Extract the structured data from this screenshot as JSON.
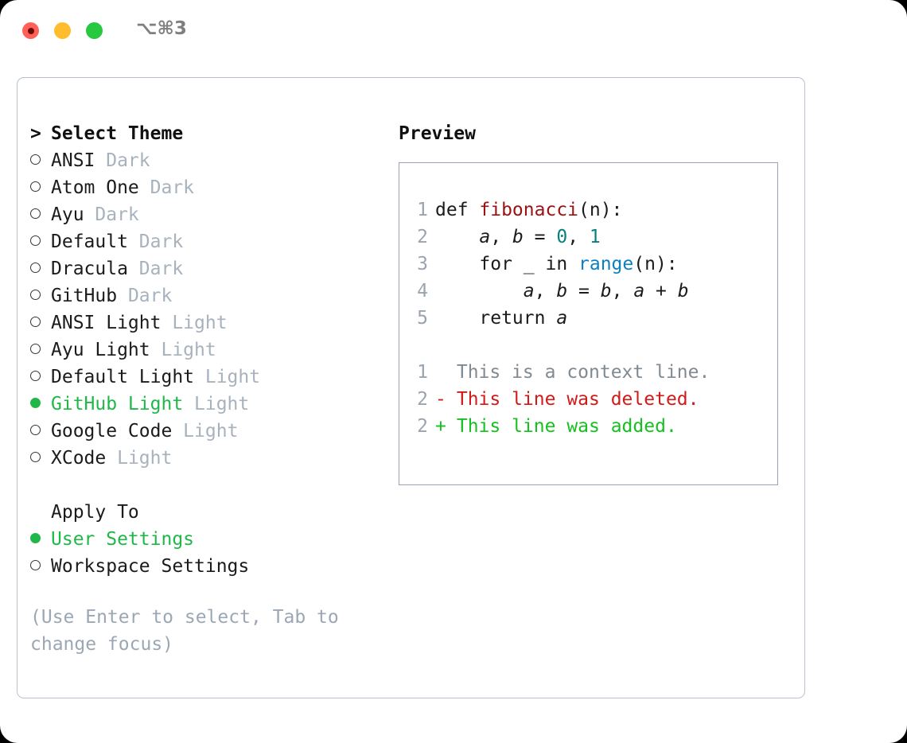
{
  "titlebar": {
    "shortcut": "⌥⌘3",
    "buttons": [
      {
        "name": "close",
        "color": "#ff6159"
      },
      {
        "name": "minimize",
        "color": "#ffbd2e"
      },
      {
        "name": "maximize",
        "color": "#28c840"
      }
    ]
  },
  "theme_picker": {
    "header_marker": ">",
    "header": "Select Theme",
    "items": [
      {
        "marker": "○",
        "label": "ANSI",
        "tag": "Dark",
        "selected": false
      },
      {
        "marker": "○",
        "label": "Atom One",
        "tag": "Dark",
        "selected": false
      },
      {
        "marker": "○",
        "label": "Ayu",
        "tag": "Dark",
        "selected": false
      },
      {
        "marker": "○",
        "label": "Default",
        "tag": "Dark",
        "selected": false
      },
      {
        "marker": "○",
        "label": "Dracula",
        "tag": "Dark",
        "selected": false
      },
      {
        "marker": "○",
        "label": "GitHub",
        "tag": "Dark",
        "selected": false
      },
      {
        "marker": "○",
        "label": "ANSI Light",
        "tag": "Light",
        "selected": false
      },
      {
        "marker": "○",
        "label": "Ayu Light",
        "tag": "Light",
        "selected": false
      },
      {
        "marker": "○",
        "label": "Default Light",
        "tag": "Light",
        "selected": false
      },
      {
        "marker": "●",
        "label": "GitHub Light",
        "tag": "Light",
        "selected": true
      },
      {
        "marker": "○",
        "label": "Google Code",
        "tag": "Light",
        "selected": false
      },
      {
        "marker": "○",
        "label": "XCode",
        "tag": "Light",
        "selected": false
      }
    ]
  },
  "apply_to": {
    "header": "Apply To",
    "items": [
      {
        "marker": "●",
        "label": "User Settings",
        "selected": true
      },
      {
        "marker": "○",
        "label": "Workspace Settings",
        "selected": false
      }
    ]
  },
  "hint": "(Use Enter to select, Tab to change focus)",
  "preview": {
    "title": "Preview",
    "code_lines": [
      {
        "number": "1",
        "tokens": [
          {
            "t": "def ",
            "c": "kw"
          },
          {
            "t": "fibonacci",
            "c": "fn"
          },
          {
            "t": "(n):",
            "c": "punct"
          }
        ]
      },
      {
        "number": "2",
        "tokens": [
          {
            "t": "    ",
            "c": "punct"
          },
          {
            "t": "a",
            "c": "var"
          },
          {
            "t": ", ",
            "c": "punct"
          },
          {
            "t": "b",
            "c": "var"
          },
          {
            "t": " = ",
            "c": "punct"
          },
          {
            "t": "0",
            "c": "num"
          },
          {
            "t": ", ",
            "c": "punct"
          },
          {
            "t": "1",
            "c": "num"
          }
        ]
      },
      {
        "number": "3",
        "tokens": [
          {
            "t": "    for _ in ",
            "c": "kw"
          },
          {
            "t": "range",
            "c": "bi"
          },
          {
            "t": "(n):",
            "c": "punct"
          }
        ]
      },
      {
        "number": "4",
        "tokens": [
          {
            "t": "        ",
            "c": "punct"
          },
          {
            "t": "a",
            "c": "var"
          },
          {
            "t": ", ",
            "c": "punct"
          },
          {
            "t": "b",
            "c": "var"
          },
          {
            "t": " = ",
            "c": "punct"
          },
          {
            "t": "b",
            "c": "var"
          },
          {
            "t": ", ",
            "c": "punct"
          },
          {
            "t": "a",
            "c": "var"
          },
          {
            "t": " + ",
            "c": "punct"
          },
          {
            "t": "b",
            "c": "var"
          }
        ]
      },
      {
        "number": "5",
        "tokens": [
          {
            "t": "    return ",
            "c": "kw"
          },
          {
            "t": "a",
            "c": "var"
          }
        ]
      }
    ],
    "diff_lines": [
      {
        "number": "1",
        "sign": " ",
        "text": "This is a context line.",
        "kind": "context"
      },
      {
        "number": "2",
        "sign": "-",
        "text": "This line was deleted.",
        "kind": "deleted"
      },
      {
        "number": "2",
        "sign": "+",
        "text": "This line was added.",
        "kind": "added"
      }
    ]
  },
  "colors": {
    "accent_green": "#1fb848",
    "diff_added": "#16c020",
    "diff_deleted": "#d11a1a",
    "muted": "#a8b2bd",
    "hint": "#9ba7b4",
    "function": "#9b1212",
    "number": "#087f7f",
    "builtin": "#0b7fc0"
  }
}
